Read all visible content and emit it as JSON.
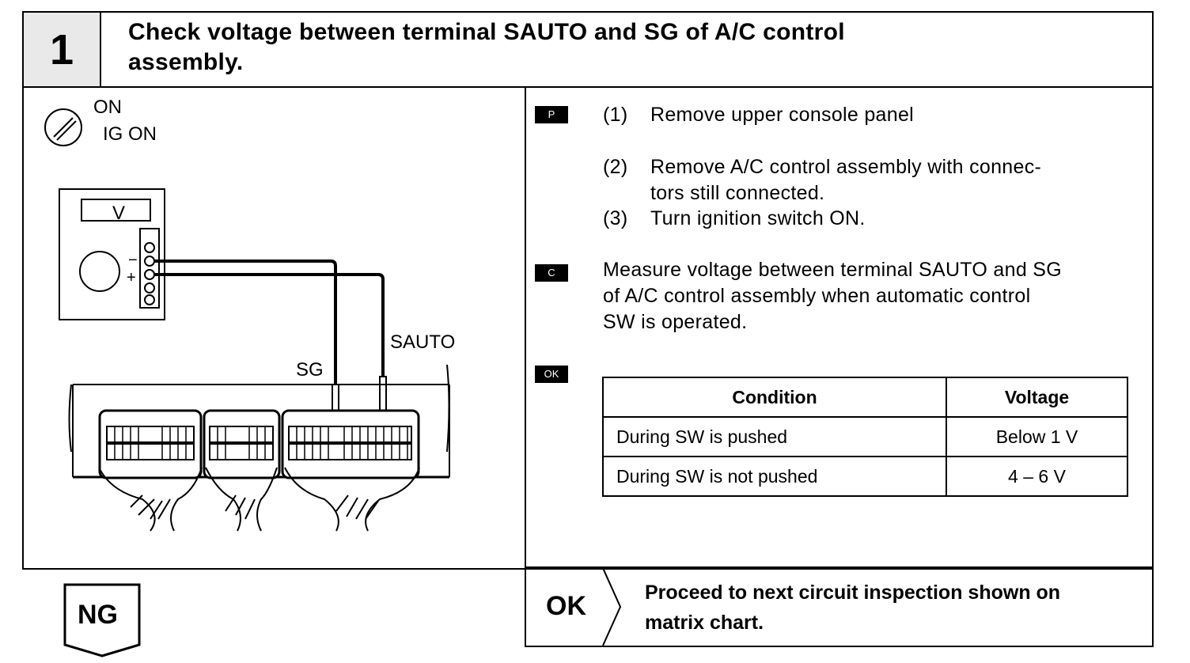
{
  "header": {
    "step_number": "1",
    "title_line1": "Check voltage between terminal SAUTO and SG of A/C control",
    "title_line2": "assembly."
  },
  "diagram": {
    "switch_on": "ON",
    "ig_on": "IG ON",
    "meter_label": "V",
    "minus": "−",
    "plus": "+",
    "terminal_sg": "SG",
    "terminal_sauto": "SAUTO"
  },
  "procedure": {
    "tag_p": "P",
    "tag_c": "C",
    "tag_ok": "OK",
    "step1_num": "(1)",
    "step1_text": "Remove upper console panel",
    "step2_num": "(2)",
    "step2_text_a": "Remove A/C control assembly with connec-",
    "step2_text_b": "tors still connected.",
    "step3_num": "(3)",
    "step3_text": "Turn ignition switch ON.",
    "measure_line1": "Measure voltage between terminal SAUTO and SG",
    "measure_line2": "of A/C control assembly when automatic control",
    "measure_line3": "SW is operated."
  },
  "table": {
    "headers": [
      "Condition",
      "Voltage"
    ],
    "rows": [
      [
        "During SW is pushed",
        "Below 1 V"
      ],
      [
        "During SW is not pushed",
        "4 – 6 V"
      ]
    ]
  },
  "footer": {
    "ng_label": "NG",
    "ok_label": "OK",
    "ok_text_line1": "Proceed to next circuit inspection shown on",
    "ok_text_line2": "matrix chart."
  }
}
